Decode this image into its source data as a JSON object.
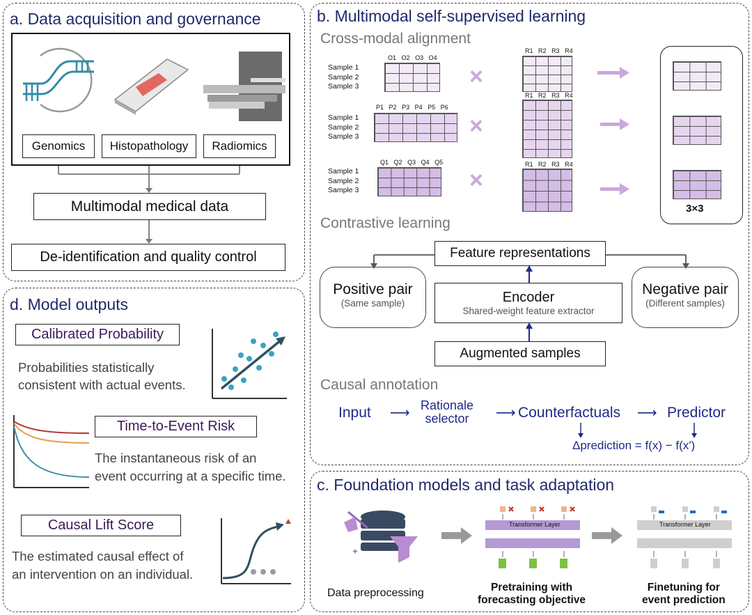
{
  "panel_a": {
    "title": "a. Data acquisition and governance",
    "modalities": [
      "Genomics",
      "Histopathology",
      "Radiomics"
    ],
    "merge": "Multimodal medical data",
    "qc": "De-identification and quality control"
  },
  "panel_b": {
    "title": "b. Multimodal self-supervised learning",
    "cross_modal": {
      "heading": "Cross-modal alignment",
      "sample_labels": [
        "Sample 1",
        "Sample 2",
        "Sample 3"
      ],
      "o_cols": [
        "O1",
        "O2",
        "O3",
        "O4"
      ],
      "p_cols": [
        "P1",
        "P2",
        "P3",
        "P4",
        "P5",
        "P6"
      ],
      "q_cols": [
        "Q1",
        "Q2",
        "Q3",
        "Q4",
        "Q5"
      ],
      "r_cols": [
        "R1",
        "R2",
        "R3",
        "R4"
      ],
      "times": "×",
      "result_label": "3×3"
    },
    "contrastive": {
      "heading": "Contrastive learning",
      "feature": "Feature representations",
      "encoder": "Encoder",
      "encoder_sub": "Shared-weight feature extractor",
      "augmented": "Augmented samples",
      "positive": "Positive pair",
      "positive_sub": "(Same sample)",
      "negative": "Negative pair",
      "negative_sub": "(Different samples)"
    },
    "causal": {
      "heading": "Causal annotation",
      "input": "Input",
      "rationale_1": "Rationale",
      "rationale_2": "selector",
      "counterfactuals": "Counterfactuals",
      "predictor": "Predictor",
      "arrow": "⟶",
      "formula": "Δprediction = f(x) − f(x')"
    }
  },
  "panel_c": {
    "title": "c. Foundation models and task adaptation",
    "steps": [
      "Data preprocessing",
      "Pretraining with",
      "forecasting objective",
      "Finetuning for",
      "event prediction"
    ],
    "layer_label": "Transformer Layer"
  },
  "panel_d": {
    "title": "d. Model outputs",
    "calibrated": {
      "label": "Calibrated Probability",
      "desc_1": "Probabilities statistically",
      "desc_2": "consistent with actual events."
    },
    "time_to_event": {
      "label": "Time-to-Event Risk",
      "desc_1": "The instantaneous risk of an",
      "desc_2": "event occurring at a specific time."
    },
    "causal_lift": {
      "label": "Causal Lift Score",
      "desc_1": "The estimated causal effect of",
      "desc_2": "an intervention on an individual."
    }
  },
  "colors": {
    "title_blue": "#1f2a6b",
    "arrow_blue": "#1f2a8a",
    "lavender": "#c9a8dc",
    "teal": "#3b8fa6",
    "label_purple": "#3b1a5c"
  }
}
